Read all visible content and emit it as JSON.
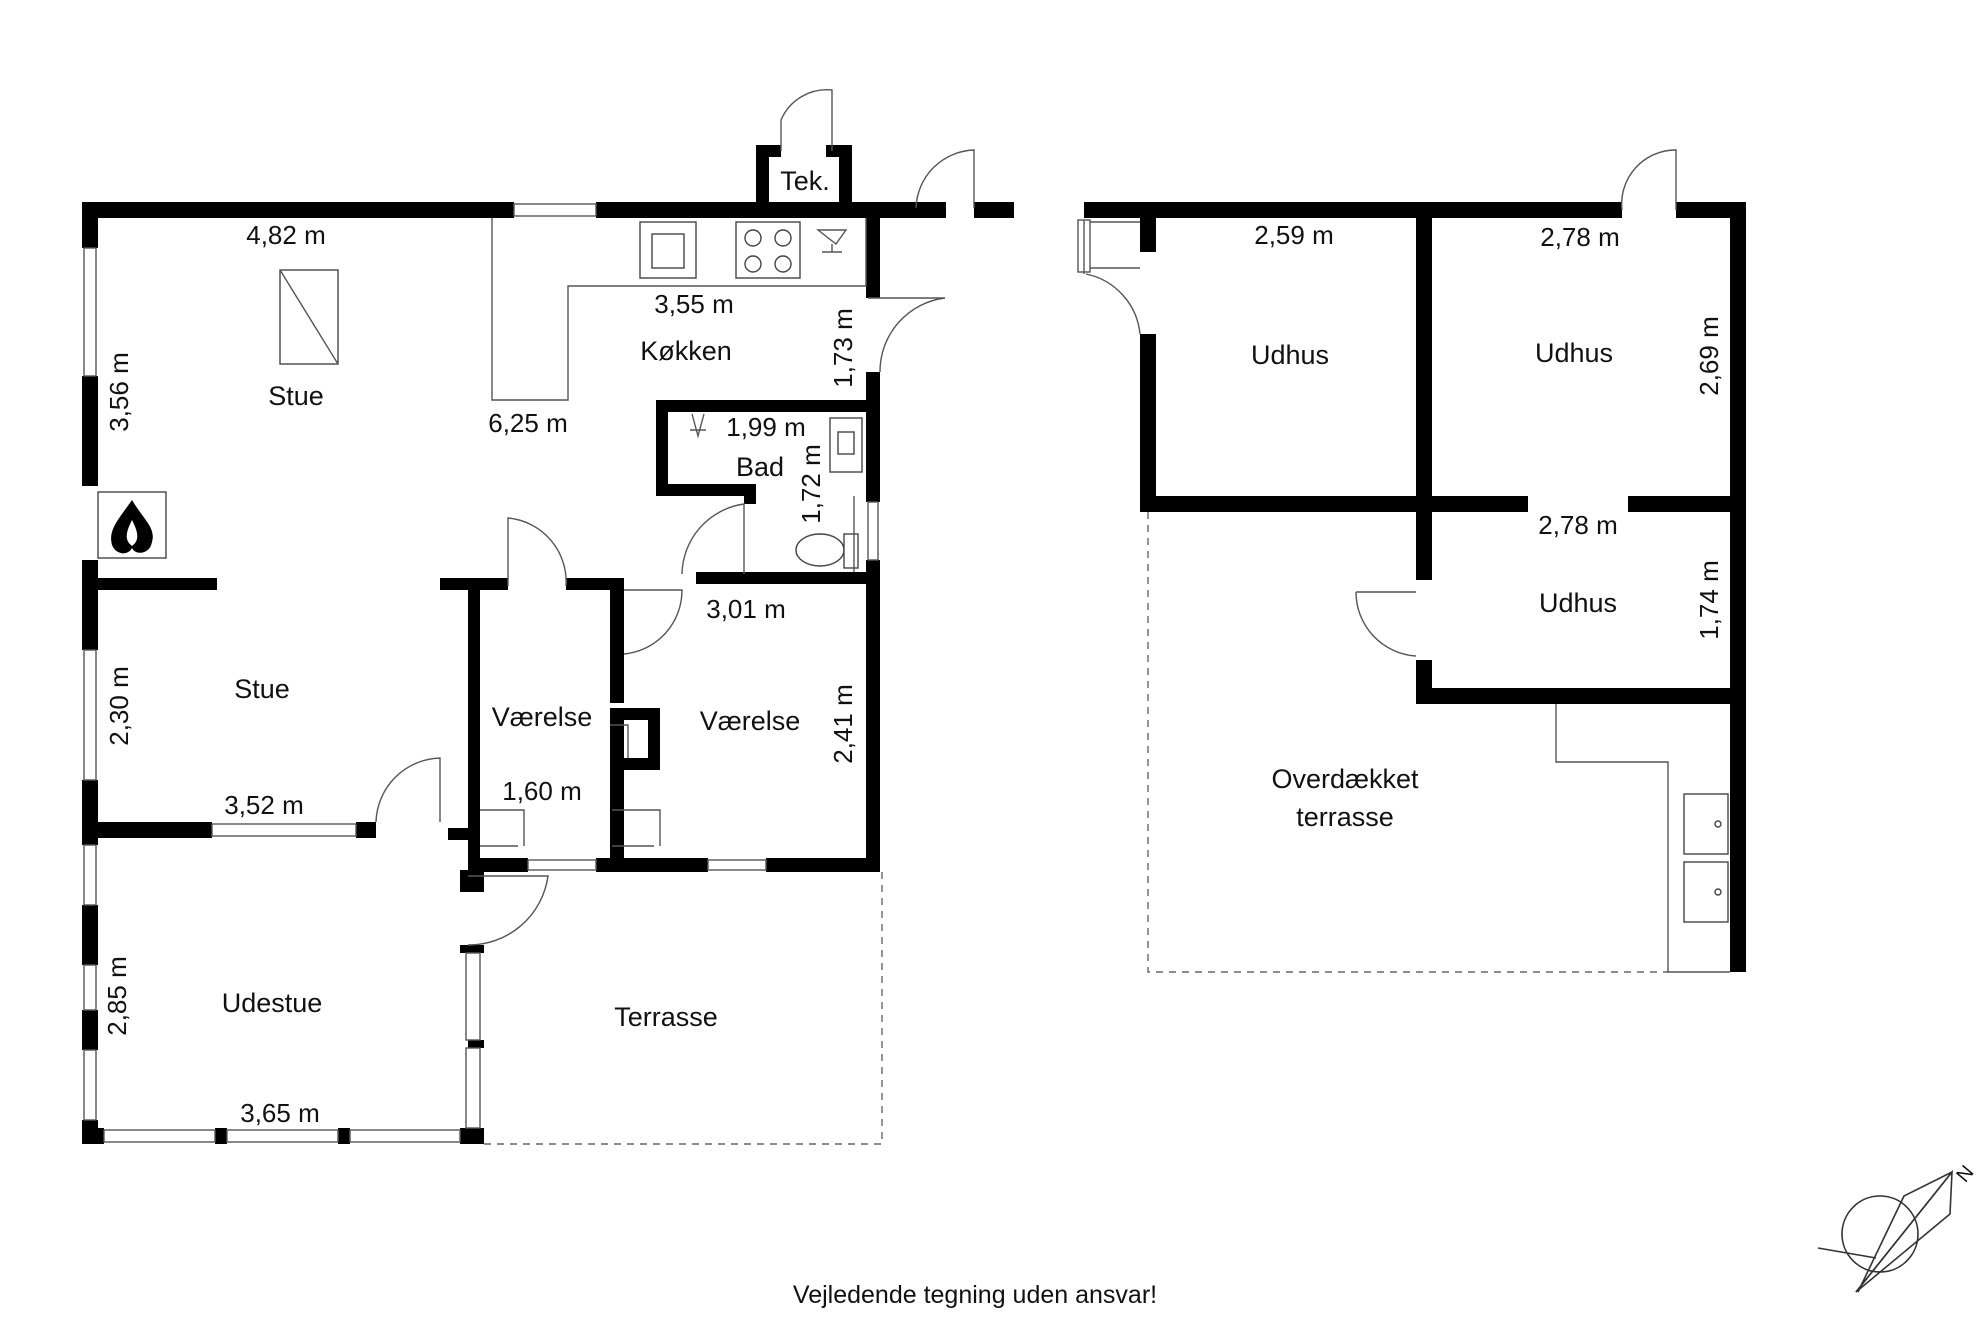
{
  "rooms": {
    "stue_top": "Stue",
    "kokken": "Køkken",
    "bad": "Bad",
    "tek": "Tek.",
    "stue_mid": "Stue",
    "vaerelse_small": "Værelse",
    "vaerelse_large": "Værelse",
    "udestue": "Udestue",
    "terrasse": "Terrasse",
    "udhus_1": "Udhus",
    "udhus_2": "Udhus",
    "udhus_3": "Udhus",
    "overdaekket_line1": "Overdækket",
    "overdaekket_line2": "terrasse"
  },
  "dimensions": {
    "stue_top_width": "4,82 m",
    "stue_top_height": "3,56 m",
    "kokken_width": "3,55 m",
    "kokken_length": "6,25 m",
    "kokken_height": "1,73 m",
    "bad_width": "1,99 m",
    "bad_height": "1,72 m",
    "vaerelse_large_width": "3,01 m",
    "vaerelse_large_height": "2,41 m",
    "vaerelse_small_width": "1,60 m",
    "stue_mid_width": "3,52 m",
    "stue_mid_height": "2,30 m",
    "udestue_width": "3,65 m",
    "udestue_height": "2,85 m",
    "udhus_1_width": "2,59 m",
    "udhus_2_width": "2,78 m",
    "udhus_2_height": "2,69 m",
    "udhus_3_width": "2,78 m",
    "udhus_3_height": "1,74 m"
  },
  "compass": {
    "north": "N"
  },
  "disclaimer": "Vejledende tegning uden ansvar!"
}
